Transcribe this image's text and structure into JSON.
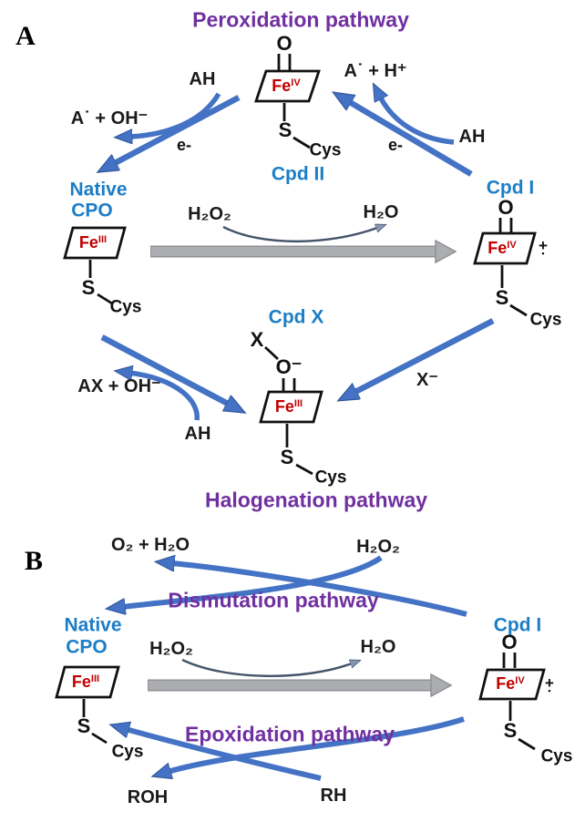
{
  "panel_a": {
    "panel_label": "A",
    "title": "Peroxidation pathway",
    "footer_title": "Halogenation pathway",
    "peroxidation_left": {
      "ah": "AH",
      "products": "A˙ + OH⁻",
      "electron": "e-"
    },
    "peroxidation_right": {
      "ah": "AH",
      "products": "A˙ + H⁺",
      "electron": "e-"
    },
    "oxidation_step": {
      "h2o2": "H₂O₂",
      "h2o": "H₂O"
    },
    "halogenation": {
      "halide": "X⁻",
      "products": "AX + OH⁻",
      "ah": "AH"
    },
    "native": {
      "name_line1": "Native",
      "name_line2": "CPO",
      "fe": "Fe",
      "oxidation_state": "III",
      "s": "S",
      "cys": "Cys"
    },
    "cpd2": {
      "name": "Cpd II",
      "oxo": "O",
      "fe": "Fe",
      "oxidation_state": "IV",
      "s": "S",
      "cys": "Cys"
    },
    "cpd1": {
      "name": "Cpd I",
      "oxo": "O",
      "fe": "Fe",
      "oxidation_state": "IV",
      "plus": "+",
      "radical": "▪",
      "s": "S",
      "cys": "Cys"
    },
    "cpdx": {
      "name": "Cpd X",
      "halogen": "X",
      "oxo": "O⁻",
      "fe": "Fe",
      "oxidation_state": "III",
      "s": "S",
      "cys": "Cys"
    }
  },
  "panel_b": {
    "panel_label": "B",
    "dismutation": {
      "title": "Dismutation pathway",
      "products": "O₂ + H₂O",
      "h2o2": "H₂O₂"
    },
    "oxidation_step": {
      "h2o2": "H₂O₂",
      "h2o": "H₂O"
    },
    "epoxidation": {
      "title": "Epoxidation pathway",
      "product": "ROH",
      "substrate": "RH"
    },
    "native": {
      "name_line1": "Native",
      "name_line2": "CPO",
      "fe": "Fe",
      "oxidation_state": "III",
      "s": "S",
      "cys": "Cys"
    },
    "cpd1": {
      "name": "Cpd I",
      "oxo": "O",
      "fe": "Fe",
      "oxidation_state": "IV",
      "plus": "+",
      "radical": "▪",
      "s": "S",
      "cys": "Cys"
    }
  },
  "colors": {
    "pathway_title": "#7030A0",
    "species_label": "#1C7EC6",
    "iron_label": "#C00000",
    "arrow_blue": "#4472C4",
    "arrow_gray": "#ABADB0"
  }
}
